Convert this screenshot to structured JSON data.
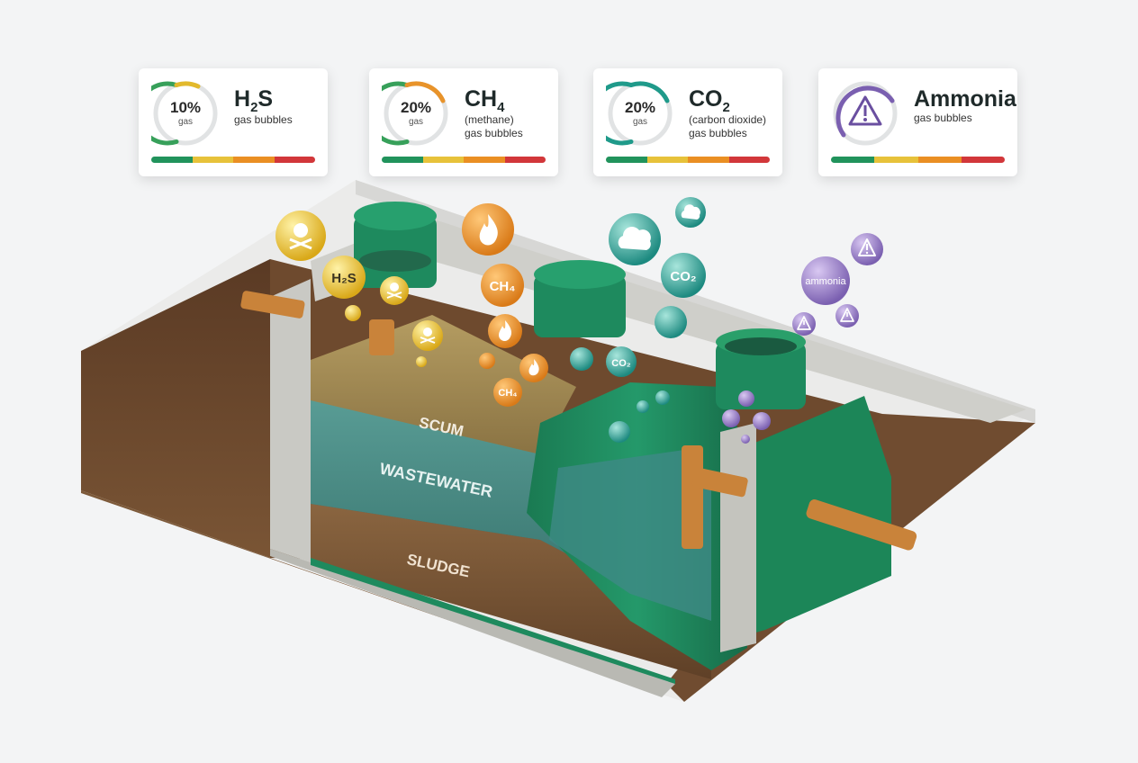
{
  "gas_cards": [
    {
      "percent": "10%",
      "unit": "gas",
      "formula_base": "H",
      "formula_sub": "2",
      "formula_tail": "S",
      "desc_1": "gas bubbles",
      "desc_2": "",
      "accent": "#e2b92c"
    },
    {
      "percent": "20%",
      "unit": "gas",
      "formula_base": "CH",
      "formula_sub": "4",
      "formula_tail": "",
      "desc_1": "(methane)",
      "desc_2": "gas bubbles",
      "accent": "#e8932a"
    },
    {
      "percent": "20%",
      "unit": "gas",
      "formula_base": "CO",
      "formula_sub": "2",
      "formula_tail": "",
      "desc_1": "(carbon dioxide)",
      "desc_2": "gas bubbles",
      "accent": "#1f9a8a"
    },
    {
      "percent": "",
      "unit": "",
      "formula_base": "Ammonia",
      "formula_sub": "",
      "formula_tail": "",
      "desc_1": "gas bubbles",
      "desc_2": "",
      "accent": "#7a5fb0",
      "icon": "warning-icon"
    }
  ],
  "severity_scale_colors": [
    "#21935c",
    "#e7c23a",
    "#ea8f23",
    "#d2373a"
  ],
  "tank_layers": {
    "scum": "SCUM",
    "wastewater": "WASTEWATER",
    "sludge": "SLUDGE"
  },
  "bubble_labels": {
    "h2s": "H₂S",
    "ch4_large": "CH₄",
    "ch4_small": "CH₄",
    "co2_large": "CO₂",
    "co2_small": "CO₂",
    "ammonia": "ammonia"
  },
  "bubble_icons": {
    "h2s": "skull-crossbones-icon",
    "ch4": "flame-icon",
    "co2": "cloud-icon",
    "ammonia": "warning-icon"
  },
  "colors": {
    "tank_green": "#1e8a5e",
    "concrete": "#c9c9c4",
    "soil": "#6b4a30",
    "water": "#3f8a86",
    "pipe": "#c9833a"
  }
}
